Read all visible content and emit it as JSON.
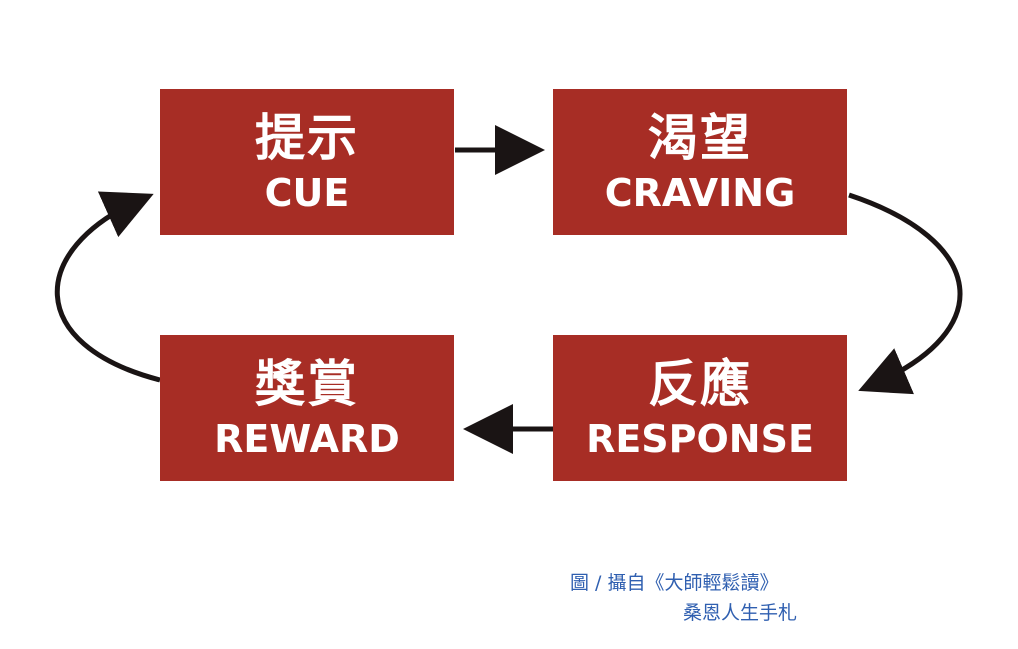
{
  "diagram": {
    "nodes": [
      {
        "id": "cue",
        "zh": "提示",
        "en": "CUE"
      },
      {
        "id": "craving",
        "zh": "渴望",
        "en": "CRAVING"
      },
      {
        "id": "response",
        "zh": "反應",
        "en": "RESPONSE"
      },
      {
        "id": "reward",
        "zh": "獎賞",
        "en": "REWARD"
      }
    ],
    "edges": [
      {
        "from": "cue",
        "to": "craving"
      },
      {
        "from": "craving",
        "to": "response"
      },
      {
        "from": "response",
        "to": "reward"
      },
      {
        "from": "reward",
        "to": "cue"
      }
    ],
    "colors": {
      "box": "#a72d25",
      "box_text": "#ffffff",
      "arrow": "#1a1414",
      "credit": "#2f5fb0"
    }
  },
  "credit": {
    "line1": "圖 / 攝自《大師輕鬆讀》",
    "line2": "桑恩人生手札"
  }
}
